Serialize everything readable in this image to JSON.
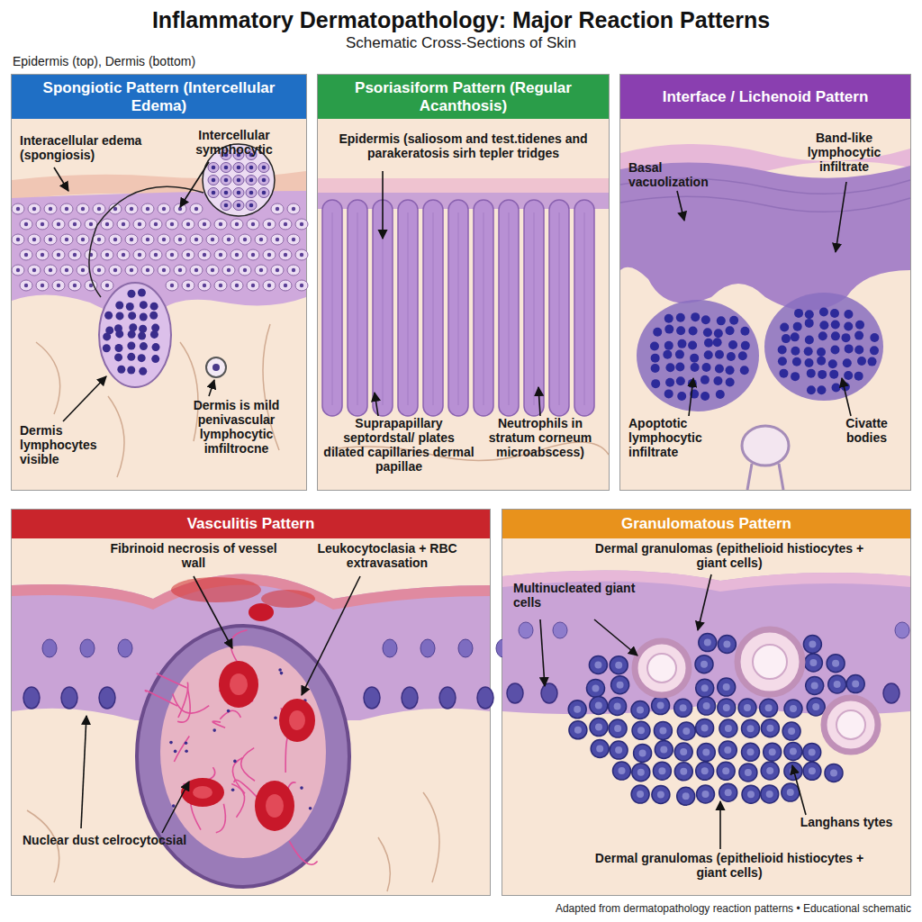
{
  "diagram": {
    "title": "Inflammatory Dermatopathology: Major Reaction Patterns",
    "caption": "Adapted from dermatopathology reaction patterns • Educational schematic",
    "nodes": [
      {
        "text": [
          "Spongiotic Pattern (Intercellular Edema)"
        ]
      },
      {
        "text": [
          "Psoriasiform Pattern (Regular Acanthosis)"
        ]
      },
      {
        "text": [
          "Interface / Lichenoid Pattern"
        ]
      },
      {
        "text": [
          "Vasculitis Pattern"
        ]
      },
      {
        "text": [
          "Granulomatous Pattern"
        ]
      }
    ],
    "labels": [
      "Schematic Cross-Sections of Skin",
      "Epidermis (top), Dermis (bottom)",
      "Interacellular edema (spongiosis)",
      "Intercellular symphocytic",
      "Dermis lymphocytes visible",
      "Dermis is mild penivascular lymphocytic imfiltrocne",
      "Epidermis (saliosom and test.tidenes and parakeratosis sirh tepler tridges",
      "Suprapapillary septordstal/ plates dilated capillaries dermal papillae",
      "Neutrophils in stratum corneum microabscess)",
      "Basal vacuolization",
      "Band-like lymphocytic infiltrate",
      "Apoptotic lymphocytic infiltrate",
      "Civatte bodies",
      "Fibrinoid necrosis of vessel wall",
      "Leukocytoclasia + RBC extravasation",
      "Nuclear dust celrocytocsial",
      "Dermal granulomas (epithelioid histiocytes + giant cells)",
      "Multinucleated giant cells",
      "Langhans tytes",
      "Dermal granulomas (epithelioid histiocytes + giant cells)"
    ]
  }
}
